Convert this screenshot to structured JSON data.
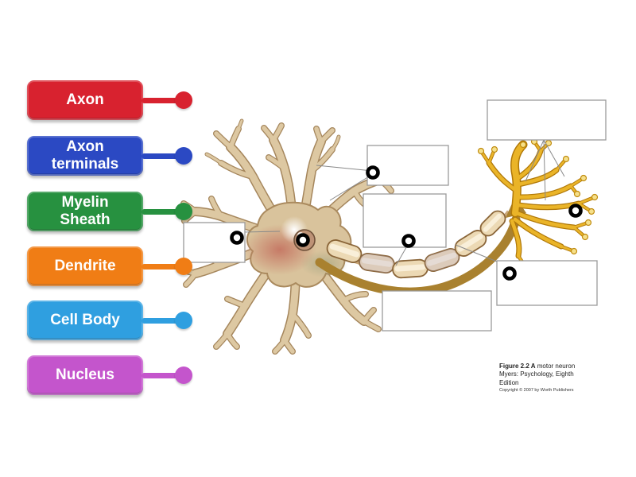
{
  "activity": {
    "labels": [
      {
        "text": "Axon",
        "color": "#d8222f"
      },
      {
        "text": "Axon terminals",
        "color": "#2b49c3"
      },
      {
        "text": "Myelin Sheath",
        "color": "#279140"
      },
      {
        "text": "Dendrite",
        "color": "#f07d15"
      },
      {
        "text": "Cell Body",
        "color": "#2f9fe0"
      },
      {
        "text": "Nucleus",
        "color": "#c455cc"
      }
    ],
    "answer_boxes_count": 6,
    "target_pins_count": 6
  },
  "figure_caption": {
    "title_bold": "Figure 2.2 A",
    "title_rest": "motor neuron",
    "line2": "Myers: Psychology, Eighth",
    "line3": "Edition",
    "copyright": "Copyright © 2007 by Worth Publishers"
  },
  "diagram": {
    "subject": "motor neuron illustration",
    "colors": {
      "dendrite_tan": "#ddc8a2",
      "outline_brown": "#a5865c",
      "soma_pink": "#c57663",
      "nucleus_brown": "#bd9276",
      "axon_band_gold": "#a9812f",
      "myelin_beige": "#ecd9b4",
      "terminal_yellow": "#eab428"
    }
  }
}
